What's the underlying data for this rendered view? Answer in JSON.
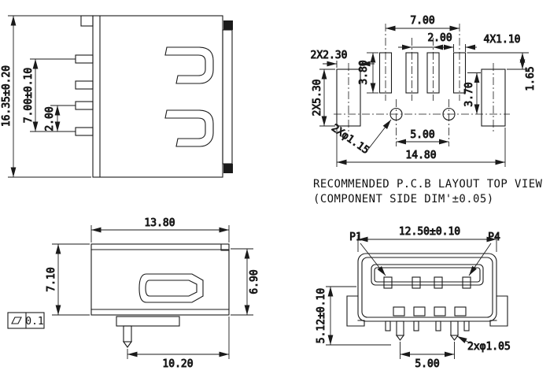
{
  "drawing": {
    "background": "#ffffff",
    "line_color": "#1a1a1a",
    "views": {
      "side_section": {
        "dim_overall_height": "16.35±0.20",
        "dim_pin_span": "7.00±0.10",
        "dim_pin_pitch": "2.00"
      },
      "pcb_layout": {
        "dim_pad_row_span": "7.00",
        "dim_center_pad_pitch": "2.00",
        "dim_pad_width": "4X1.10",
        "dim_shield_pad_width": "2X2.30",
        "dim_pad_length": "3.80",
        "dim_shield_pad_length": "2X5.30",
        "dim_hole_row_offset": "3.70",
        "dim_pad_row_step": "1.65",
        "dim_hole_dia": "2Xφ1.15",
        "dim_hole_span": "5.00",
        "dim_overall_width": "14.80",
        "caption_line1": "RECOMMENDED P.C.B LAYOUT TOP VIEW",
        "caption_line2": "(COMPONENT SIDE DIM'±0.05)"
      },
      "side_profile": {
        "dim_depth": "13.80",
        "dim_height_left": "7.10",
        "dim_height_right": "6.90",
        "dim_leg_offset": "10.20",
        "flatness_tolerance": "0.1"
      },
      "front_view": {
        "label_p1": "P1",
        "label_p4": "P4",
        "dim_width": "12.50±0.10",
        "dim_height": "5.12±0.10",
        "dim_peg_dia": "2xφ1.05",
        "dim_peg_span": "5.00"
      }
    }
  }
}
